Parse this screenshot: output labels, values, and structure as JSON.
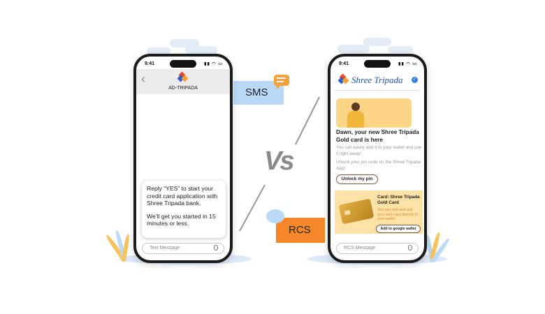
{
  "sms_phone": {
    "time": "9:41",
    "sender": "AD-TRIPADA",
    "message_line1": "Reply “YES” to start your credit card application with Shree Tripada bank.",
    "message_line2": "We’ll get you started in 15 minutes or less.",
    "input_placeholder": "Text Message"
  },
  "sms_label": "SMS",
  "rcs_label": "RCS",
  "vs_text": "Vs",
  "rcs_phone": {
    "time": "9:41",
    "brand": "Shree Tripada",
    "card_title": "Dawn, your new Shree Tripada Gold card is here",
    "card_text1": "You can easily add it to your wallet and use it right away!",
    "card_text2": "Unlock your pin code on the Shree Tripada App!",
    "unlock_button": "Unlock my pin",
    "promo_title": "Card: Shree Tripada Gold Card",
    "promo_text": "You can add and use your new card directly in your wallet",
    "wallet_button": "Add to google wallet",
    "input_placeholder": "RCS Message"
  },
  "colors": {
    "sms_label_bg": "#b9d9f7",
    "rcs_label_bg": "#f6882a",
    "promo_bg": "#fde2a8",
    "promo_text": "#e08a2c",
    "brand_text": "#1f57b5"
  }
}
